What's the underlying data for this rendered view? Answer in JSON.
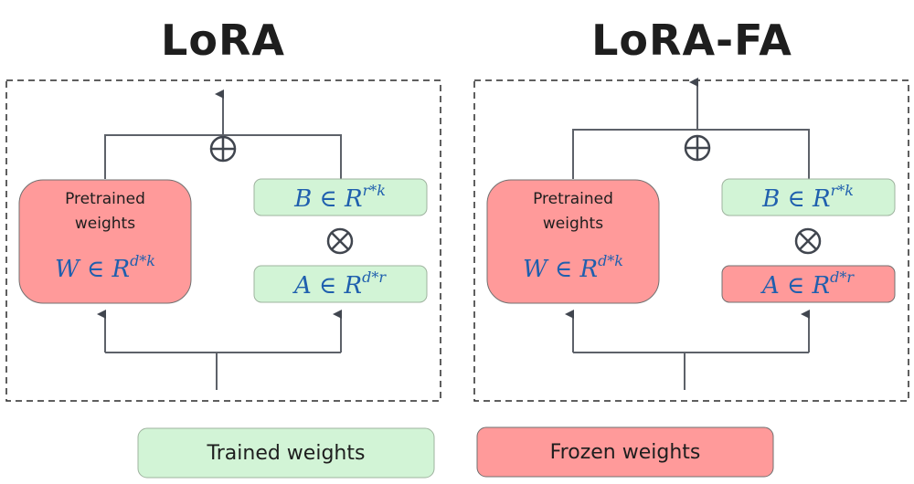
{
  "panels": [
    {
      "title": "LoRA",
      "pretrained_label_line1": "Pretrained",
      "pretrained_label_line2": "weights",
      "w_formula": {
        "base": "W ∈ R",
        "sup": "d*k"
      },
      "b_formula": {
        "base": "B ∈ R",
        "sup": "r*k"
      },
      "a_formula": {
        "base": "A ∈ R",
        "sup": "d*r"
      },
      "pretrained_state": "frozen",
      "b_state": "trained",
      "a_state": "trained",
      "sum_operator": "plus-circle-icon",
      "product_operator": "times-circle-icon"
    },
    {
      "title": "LoRA-FA",
      "pretrained_label_line1": "Pretrained",
      "pretrained_label_line2": "weights",
      "w_formula": {
        "base": "W ∈ R",
        "sup": "d*k"
      },
      "b_formula": {
        "base": "B ∈ R",
        "sup": "r*k"
      },
      "a_formula": {
        "base": "A ∈ R",
        "sup": "d*r"
      },
      "pretrained_state": "frozen",
      "b_state": "trained",
      "a_state": "frozen",
      "sum_operator": "plus-circle-icon",
      "product_operator": "times-circle-icon"
    }
  ],
  "legend": {
    "trained_label": "Trained weights",
    "frozen_label": "Frozen weights"
  },
  "colors": {
    "trained": "#d2f4d6",
    "frozen": "#ff9a9a",
    "math_text": "#1f5fae",
    "connector": "#5d6169"
  }
}
